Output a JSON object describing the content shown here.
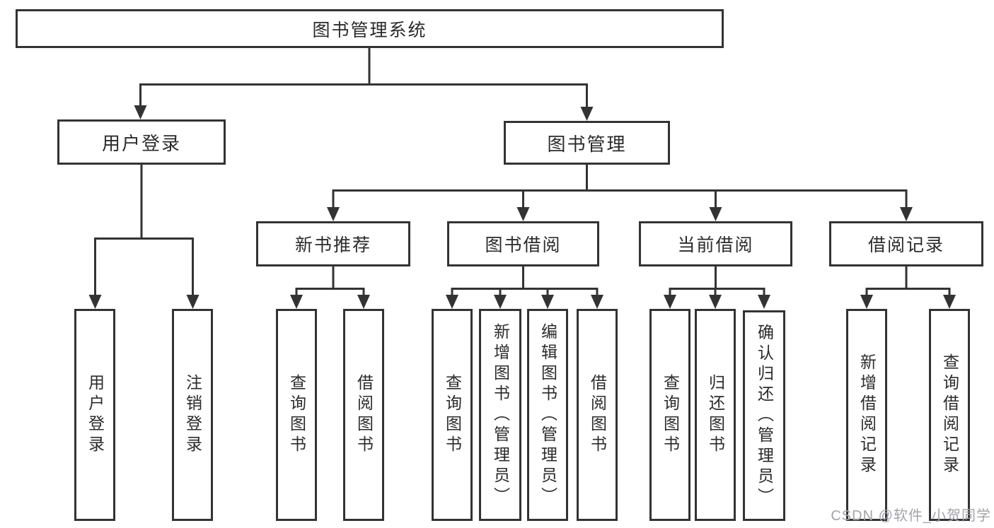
{
  "diagram": {
    "root": "图书管理系统",
    "level2": [
      {
        "label": "用户登录",
        "children": [
          "用户登录",
          "注销登录"
        ]
      },
      {
        "label": "图书管理",
        "groups": [
          {
            "label": "新书推荐",
            "children": [
              "查询图书",
              "借阅图书"
            ]
          },
          {
            "label": "图书借阅",
            "children": [
              "查询图书",
              "新增图书（管理员）",
              "编辑图书（管理员）",
              "借阅图书"
            ]
          },
          {
            "label": "当前借阅",
            "children": [
              "查询图书",
              "归还图书",
              "确认归还（管理员）"
            ]
          },
          {
            "label": "借阅记录",
            "children": [
              "新增借阅记录",
              "查询借阅记录"
            ]
          }
        ]
      }
    ]
  },
  "colors": {
    "line": "#333333",
    "text": "#2b2b2b",
    "watermark": "#a3a3ab",
    "background": "#ffffff"
  },
  "watermark": "CSDN @软件_小贺同学"
}
